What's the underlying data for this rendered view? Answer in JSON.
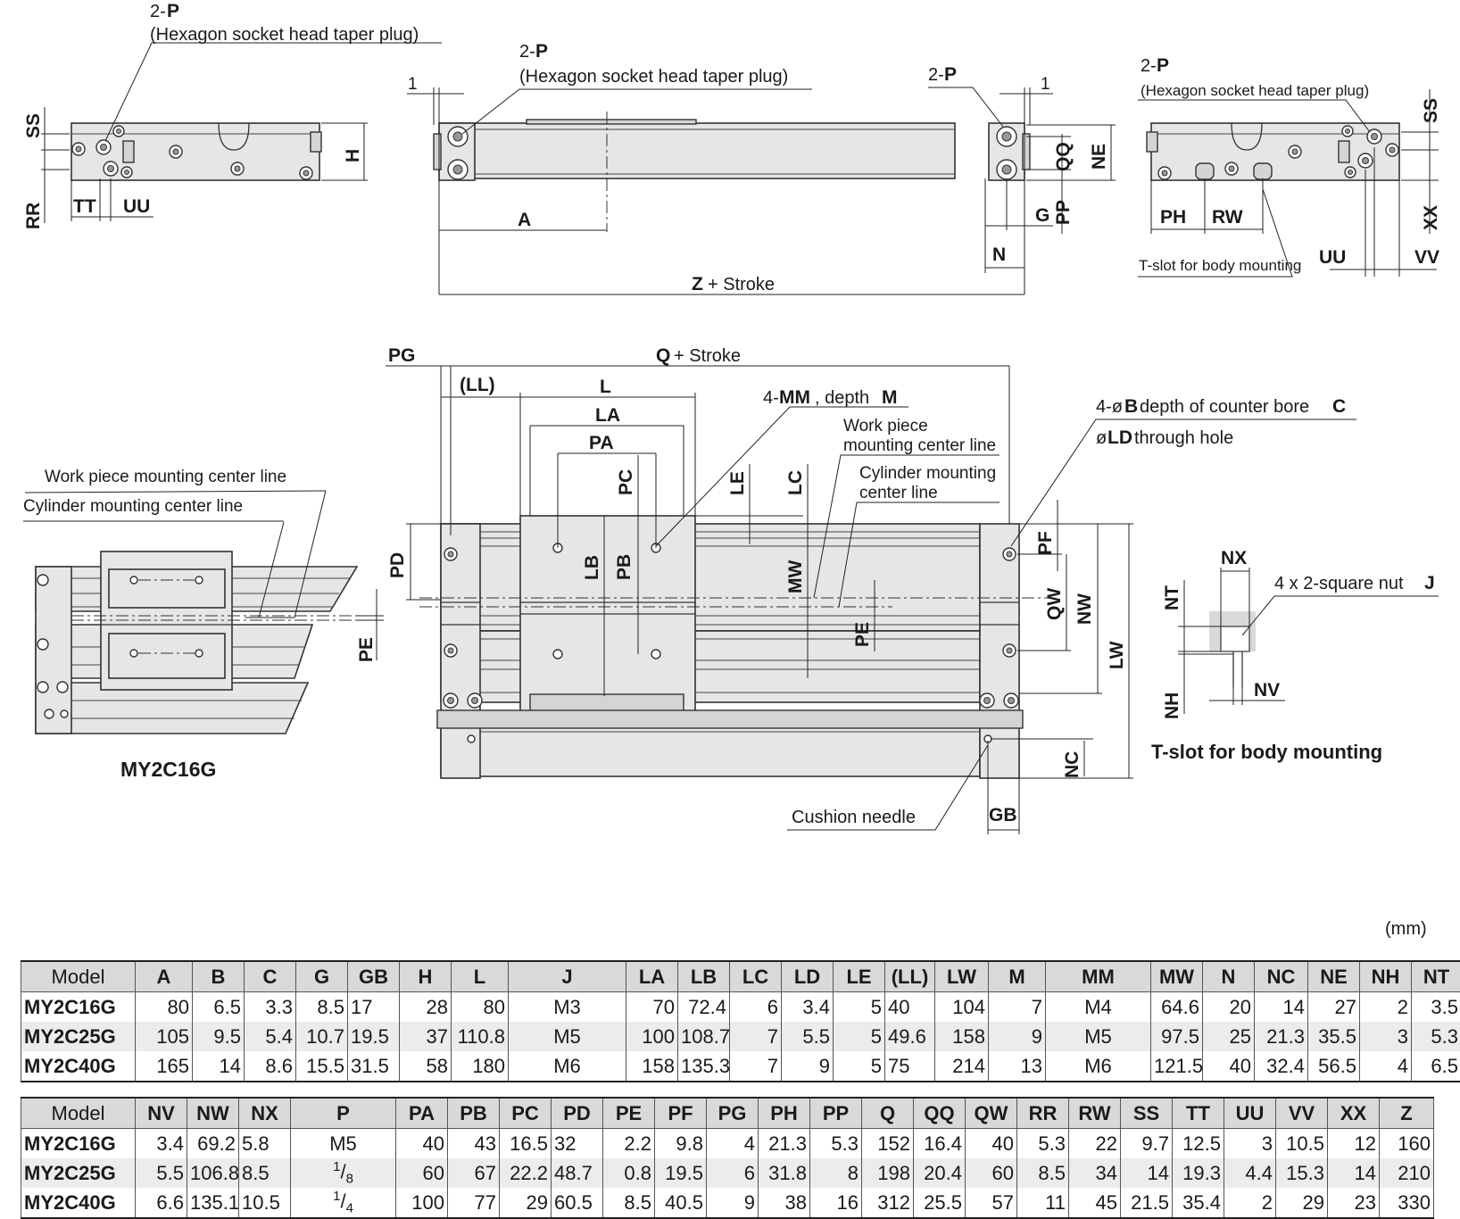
{
  "drawing": {
    "top_left_view": {
      "plug_label_count": "2-",
      "plug_label_symbol": "P",
      "plug_label_desc": "(Hexagon socket head taper plug)",
      "dims": [
        "SS",
        "RR",
        "TT",
        "UU",
        "H"
      ]
    },
    "top_center_view": {
      "plug_left_count": "2-",
      "plug_left_symbol": "P",
      "plug_left_desc": "(Hexagon socket head taper plug)",
      "plug_right_count": "2-",
      "plug_right_symbol": "P",
      "dim_1_left": "1",
      "dim_1_right": "1",
      "dim_A": "A",
      "dim_Z": "Z",
      "dim_Z_suffix": " + Stroke",
      "dim_N": "N",
      "dim_G": "G",
      "dim_PP": "PP",
      "dim_QQ": "QQ",
      "dim_NE": "NE"
    },
    "top_right_view": {
      "plug_count": "2-",
      "plug_symbol": "P",
      "plug_desc": "(Hexagon socket head taper plug)",
      "tslot_label": "T-slot for body mounting",
      "dims": [
        "SS",
        "XX",
        "PH",
        "RW",
        "UU",
        "VV"
      ]
    },
    "main_view": {
      "dim_PG": "PG",
      "dim_Q": "Q",
      "dim_Q_suffix": " + Stroke",
      "dim_LL": "(LL)",
      "dim_L": "L",
      "dim_LA": "LA",
      "dim_PA": "PA",
      "mm_count": "4-",
      "mm_symbol": "MM",
      "mm_depth_text": ", depth ",
      "mm_depth_symbol": "M",
      "work_center_1": "Work piece",
      "work_center_2": "mounting center line",
      "cyl_center_1": "Cylinder mounting",
      "cyl_center_2": "center line",
      "bore_count": "4-ø",
      "bore_symbol": "B",
      "bore_text": " depth of counter bore ",
      "bore_symbol2": "C",
      "through_prefix": "ø",
      "through_symbol": "LD",
      "through_text": " through hole",
      "dims": [
        "PC",
        "LE",
        "LC",
        "PD",
        "LB",
        "PB",
        "MW",
        "PE",
        "PF",
        "QW",
        "NW",
        "LW",
        "NC",
        "GB"
      ],
      "cushion_label": "Cushion needle"
    },
    "side_view": {
      "work_center": "Work piece mounting center line",
      "cyl_center": "Cylinder mounting center line",
      "dim_PE": "PE",
      "model_label": "MY2C16G"
    },
    "tslot_detail": {
      "dim_NX": "NX",
      "dim_NT": "NT",
      "dim_NH": "NH",
      "dim_NV": "NV",
      "nut_label": "4 x 2-square nut ",
      "nut_symbol": "J",
      "title": "T-slot for body mounting"
    }
  },
  "units": "(mm)",
  "table1": {
    "headers": [
      "Model",
      "A",
      "B",
      "C",
      "G",
      "GB",
      "H",
      "L",
      "J",
      "LA",
      "LB",
      "LC",
      "LD",
      "LE",
      "(LL)",
      "LW",
      "M",
      "MM",
      "MW",
      "N",
      "NC",
      "NE",
      "NH",
      "NT"
    ],
    "rows": [
      [
        "MY2C16G",
        "80",
        "6.5",
        "3.3",
        "8.5",
        "17",
        "28",
        "80",
        "M3",
        "70",
        "72.4",
        "6",
        "3.4",
        "5",
        "40",
        "104",
        "7",
        "M4",
        "64.6",
        "20",
        "14",
        "27",
        "2",
        "3.5"
      ],
      [
        "MY2C25G",
        "105",
        "9.5",
        "5.4",
        "10.7",
        "19.5",
        "37",
        "110.8",
        "M5",
        "100",
        "108.7",
        "7",
        "5.5",
        "5",
        "49.6",
        "158",
        "9",
        "M5",
        "97.5",
        "25",
        "21.3",
        "35.5",
        "3",
        "5.3"
      ],
      [
        "MY2C40G",
        "165",
        "14",
        "8.6",
        "15.5",
        "31.5",
        "58",
        "180",
        "M6",
        "158",
        "135.3",
        "7",
        "9",
        "5",
        "75",
        "214",
        "13",
        "M6",
        "121.5",
        "40",
        "32.4",
        "56.5",
        "4",
        "6.5"
      ]
    ]
  },
  "table2": {
    "headers": [
      "Model",
      "NV",
      "NW",
      "NX",
      "P",
      "PA",
      "PB",
      "PC",
      "PD",
      "PE",
      "PF",
      "PG",
      "PH",
      "PP",
      "Q",
      "QQ",
      "QW",
      "RR",
      "RW",
      "SS",
      "TT",
      "UU",
      "VV",
      "XX",
      "Z"
    ],
    "rows": [
      [
        "MY2C16G",
        "3.4",
        "69.2",
        "5.8",
        "M5",
        "40",
        "43",
        "16.5",
        "32",
        "2.2",
        "9.8",
        "4",
        "21.3",
        "5.3",
        "152",
        "16.4",
        "40",
        "5.3",
        "22",
        "9.7",
        "12.5",
        "3",
        "10.5",
        "12",
        "160"
      ],
      [
        "MY2C25G",
        "5.5",
        "106.8",
        "8.5",
        "1/8",
        "60",
        "67",
        "22.2",
        "48.7",
        "0.8",
        "19.5",
        "6",
        "31.8",
        "8",
        "198",
        "20.4",
        "60",
        "8.5",
        "34",
        "14",
        "19.3",
        "4.4",
        "15.3",
        "14",
        "210"
      ],
      [
        "MY2C40G",
        "6.6",
        "135.1",
        "10.5",
        "1/4",
        "100",
        "77",
        "29",
        "60.5",
        "8.5",
        "40.5",
        "9",
        "38",
        "16",
        "312",
        "25.5",
        "57",
        "11",
        "45",
        "21.5",
        "35.4",
        "2",
        "29",
        "23",
        "330"
      ]
    ]
  }
}
